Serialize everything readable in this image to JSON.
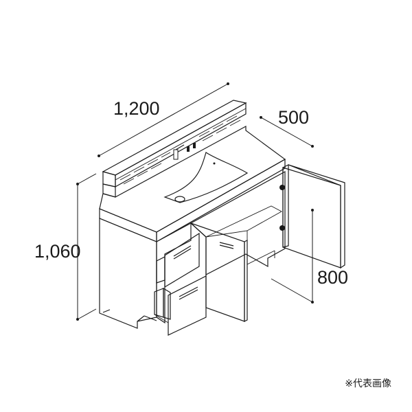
{
  "dimensions": {
    "width": "1,200",
    "depth": "500",
    "height": "1,060",
    "counter_height": "800"
  },
  "note": "※代表画像"
}
